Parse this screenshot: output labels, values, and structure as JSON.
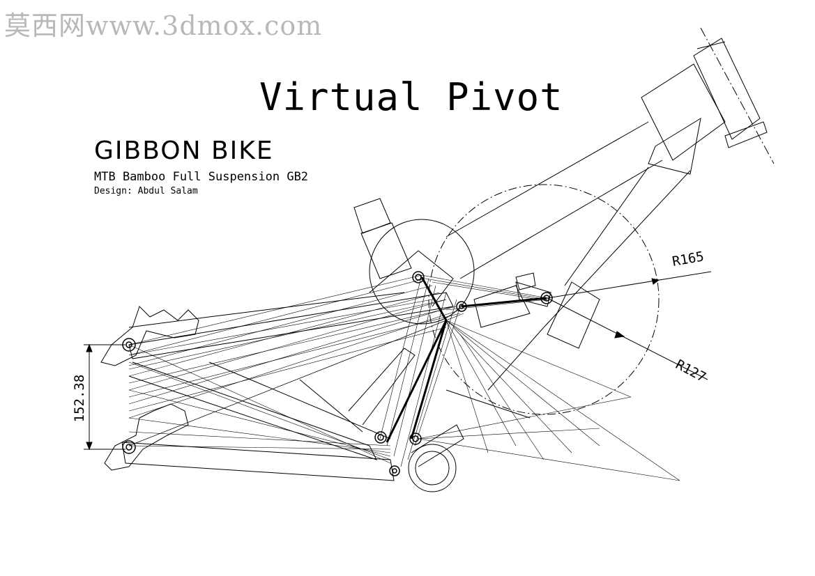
{
  "watermark": "莫西网www.3dmox.com",
  "header": {
    "title": "Virtual Pivot",
    "brand": "GIBBON BIKE",
    "model": "MTB Bamboo Full Suspension GB2",
    "designer": "Design: Abdul Salam"
  },
  "dimensions": {
    "vertical": "152.38",
    "radius_large": "R165",
    "radius_small": "R127"
  },
  "colors": {
    "line": "#000000",
    "background": "#ffffff",
    "watermark": "#b8b8b8"
  }
}
